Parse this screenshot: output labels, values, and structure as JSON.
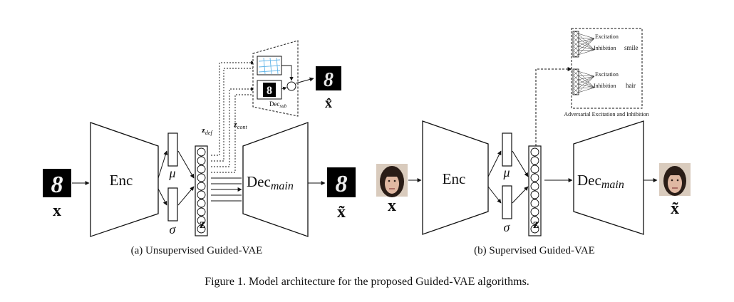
{
  "left_panel": {
    "input_label": "x",
    "encoder_label": "Enc",
    "mu_label": "μ",
    "sigma_label": "σ",
    "z_label": "z",
    "z_def_label": "z",
    "z_def_sub": "def",
    "z_cont_label": "z",
    "z_cont_sub": "cont",
    "sub_decoder_label": "Dec",
    "sub_decoder_sub": "sub",
    "sub_output_label": "x̂",
    "main_decoder_label": "Dec",
    "main_decoder_sub": "main",
    "output_label": "x̃",
    "caption": "(a) Unsupervised Guided-VAE",
    "digit_glyph": "8"
  },
  "right_panel": {
    "input_label": "x",
    "encoder_label": "Enc",
    "mu_label": "μ",
    "sigma_label": "σ",
    "z_label": "z",
    "main_decoder_label": "Dec",
    "main_decoder_sub": "main",
    "output_label": "x̃",
    "caption": "(b) Supervised Guided-VAE",
    "attr_box": {
      "excitation_1": "Excitation",
      "inhibition_1": "Inhibition",
      "attr_1": "smile",
      "excitation_2": "Excitation",
      "inhibition_2": "Inhibition",
      "attr_2": "hair",
      "title": "Adversarial Excitation and Inhibition"
    }
  },
  "figure_caption": "Figure 1. Model architecture for the proposed Guided-VAE algorithms.",
  "colors": {
    "ink": "#111111",
    "image_bg": "#000000",
    "sub_grid": "#5fb4e8",
    "face_skin": "#e0b8a2",
    "face_hair": "#2a1d17",
    "face_bg": "#d9cbbd"
  }
}
